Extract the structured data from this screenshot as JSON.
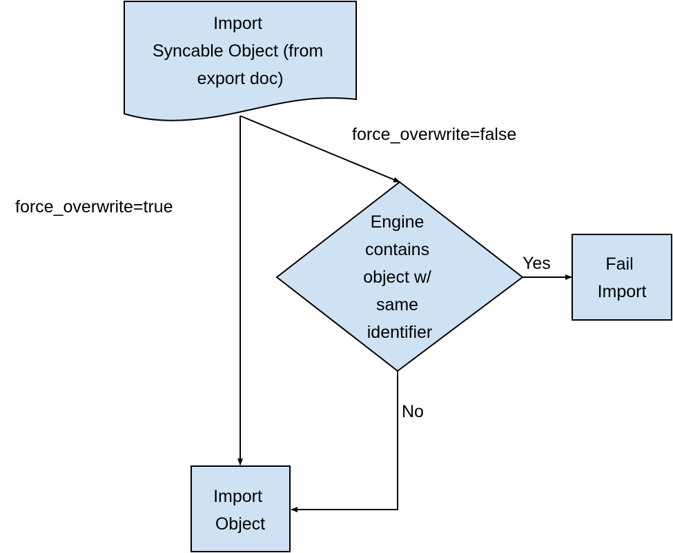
{
  "nodes": {
    "start": {
      "lines": [
        "Import",
        "Syncable Object (from",
        "export doc)"
      ],
      "shape": "document"
    },
    "decision": {
      "lines": [
        "Engine",
        "contains",
        "object w/",
        "same",
        "identifier"
      ],
      "shape": "diamond"
    },
    "fail": {
      "lines": [
        "Fail",
        "Import"
      ],
      "shape": "process"
    },
    "import_object": {
      "lines": [
        "Import",
        "Object"
      ],
      "shape": "process"
    }
  },
  "edges": {
    "overwrite_false": {
      "label": "force_overwrite=false"
    },
    "overwrite_true": {
      "label": "force_overwrite=true"
    },
    "yes": {
      "label": "Yes"
    },
    "no": {
      "label": "No"
    }
  },
  "colors": {
    "node_fill": "#cfe2f3",
    "stroke": "#000000",
    "text": "#000000"
  }
}
